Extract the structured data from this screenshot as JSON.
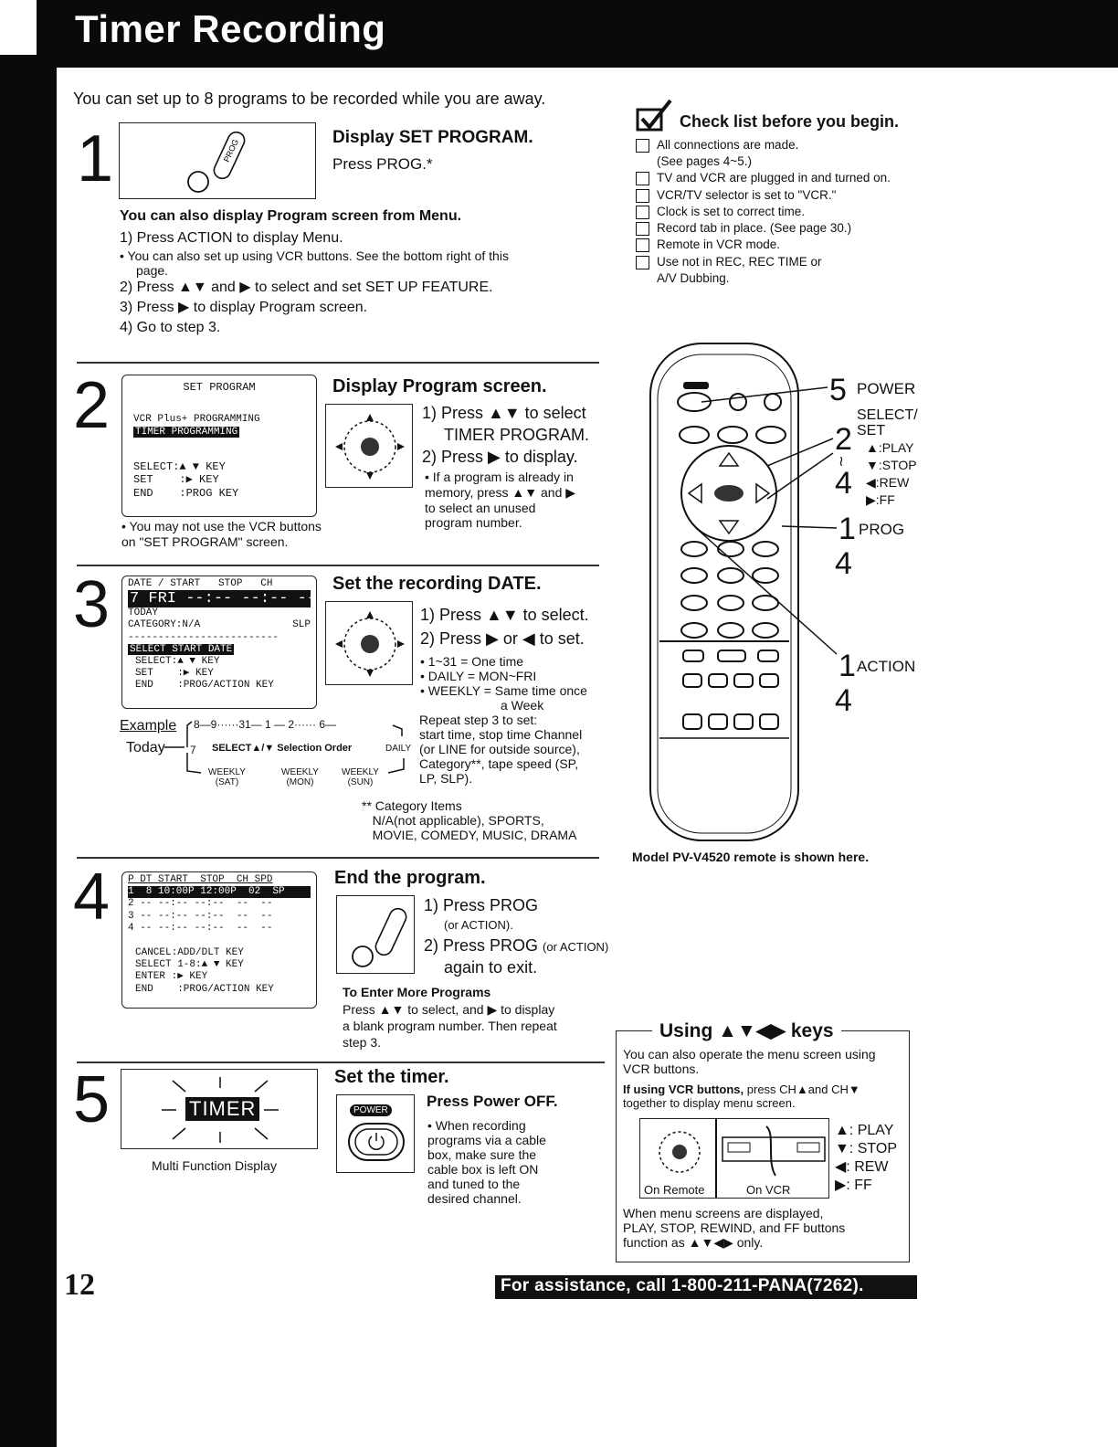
{
  "header": {
    "title": "Timer Recording"
  },
  "intro": "You can set up to 8 programs to be recorded while you are away.",
  "step1": {
    "num": "1",
    "title": "Display SET PROGRAM.",
    "text": "Press PROG.*",
    "prog_icon_label": "PROG",
    "menu_title": "You can also display Program screen from Menu.",
    "items": [
      "1) Press ACTION to display Menu.",
      "• You can also set up using VCR buttons. See the bottom right of this",
      "page.",
      "2) Press ▲▼ and ▶ to select and set SET UP FEATURE.",
      "3) Press ▶ to display Program screen.",
      "4) Go to step 3."
    ]
  },
  "checklist": {
    "title": "Check list before you begin.",
    "items": [
      "All connections are made.\n(See pages 4~5.)",
      "TV and VCR are plugged in and turned on.",
      "VCR/TV selector is set to \"VCR.\"",
      "Clock is set to correct time.",
      "Record tab in place. (See page 30.)",
      "Remote in VCR mode.",
      "Use not in REC, REC TIME or\nA/V Dubbing."
    ]
  },
  "step2": {
    "num": "2",
    "screen": {
      "title": "SET PROGRAM",
      "line1": "VCR Plus+ PROGRAMMING",
      "line2": "TIMER PROGRAMMING",
      "keys": [
        "SELECT:▲ ▼ KEY",
        "SET    :▶ KEY",
        "END    :PROG KEY"
      ]
    },
    "note": "• You may not use the VCR buttons\n  on \"SET PROGRAM\" screen.",
    "title": "Display Program screen.",
    "steps": [
      "1) Press ▲▼ to select",
      "TIMER PROGRAM.",
      "2) Press ▶ to display."
    ],
    "bullet": "• If a program is already in\n  memory, press ▲▼ and ▶\n  to select an unused\n  program number."
  },
  "step3": {
    "num": "3",
    "screen": {
      "header": "DATE / START   STOP   CH",
      "row": "7 FRI --:-- --:-- --",
      "today": "TODAY",
      "category": "CATEGORY:N/A",
      "speed": "SLP",
      "dashes": "-------------------------",
      "select_label": "SELECT START DATE",
      "keys": [
        "SELECT:▲ ▼ KEY",
        "SET    :▶ KEY",
        "END    :PROG/ACTION KEY"
      ]
    },
    "title": "Set the recording DATE.",
    "steps": [
      "1) Press ▲▼  to select.",
      "2) Press ▶ or ◀ to set."
    ],
    "bullets": [
      "• 1~31 = One time",
      "• DAILY = MON~FRI",
      "• WEEKLY = Same time once",
      "a Week"
    ],
    "repeat": "Repeat step 3 to set:\nstart time, stop time  Channel\n(or LINE for outside source),\nCategory**, tape speed (SP,\nLP, SLP).",
    "example": {
      "label": "Example",
      "today": "Today",
      "seq_top": "8—9······31— 1 — 2······ 6—",
      "seven": "7",
      "middle": "SELECT▲/▼ Selection Order",
      "daily": "DAILY",
      "w1": "WEEKLY",
      "w1s": "(SAT)",
      "w2": "WEEKLY",
      "w2s": "(MON)",
      "w3": "WEEKLY",
      "w3s": "(SUN)"
    },
    "category_note": "** Category Items\n   N/A(not applicable), SPORTS,\n   MOVIE, COMEDY, MUSIC, DRAMA"
  },
  "step4": {
    "num": "4",
    "screen": {
      "header": "P DT START  STOP  CH SPD",
      "row1": "1  8 10:00P 12:00P  02  SP",
      "rows": [
        "2 -- --:-- --:--  --  --",
        "3 -- --:-- --:--  --  --",
        "4 -- --:-- --:--  --  --"
      ],
      "keys": [
        "CANCEL:ADD/DLT KEY",
        "SELECT 1-8:▲ ▼ KEY",
        "ENTER :▶ KEY",
        "END    :PROG/ACTION KEY"
      ]
    },
    "title": "End the program.",
    "s1": "1) Press PROG",
    "s1b": "(or ACTION).",
    "s2": "2) Press PROG",
    "s2small": "(or ACTION)",
    "s2b": "again to exit.",
    "more_title": "To Enter More Programs",
    "more_text": "Press ▲▼ to select, and ▶ to display\na blank program number. Then repeat\nstep 3."
  },
  "step5": {
    "num": "5",
    "timer_label": "TIMER",
    "display_caption": "Multi Function Display",
    "title": "Set the timer.",
    "sub": "Press Power OFF.",
    "power_label": "POWER",
    "bullet": "• When recording\n  programs via a cable\n  box, make sure the\n  cable box is left ON\n  and tuned to the\n  desired channel."
  },
  "remote": {
    "caption": "Model PV-V4520 remote is shown here.",
    "labels": {
      "n5": "5",
      "power": "POWER",
      "select_set": "SELECT/\nSET",
      "n2": "2",
      "tilde": "≀",
      "n4a": "4",
      "play": "▲:PLAY",
      "stop": "▼:STOP",
      "rew": "◀:REW",
      "ff": "▶:FF",
      "n1a": "1",
      "prog": "PROG",
      "n4b": "4",
      "n1b": "1",
      "action": "ACTION",
      "n4c": "4"
    }
  },
  "keys_box": {
    "title": "Using ▲▼◀▶ keys",
    "text1": "You can also operate the menu screen using\nVCR buttons.",
    "text2_bold": "If using VCR buttons,",
    "text2": " press CH▲and CH▼\ntogether to display menu screen.",
    "on_remote": "On Remote",
    "on_vcr": "On VCR",
    "map": [
      "▲: PLAY",
      "▼: STOP",
      "◀: REW",
      "▶: FF"
    ],
    "text3": "When menu screens are displayed,\nPLAY, STOP, REWIND, and FF buttons\nfunction as ▲▼◀▶ only."
  },
  "footer": {
    "page": "12",
    "assist": "For assistance, call 1-800-211-PANA(7262)."
  }
}
